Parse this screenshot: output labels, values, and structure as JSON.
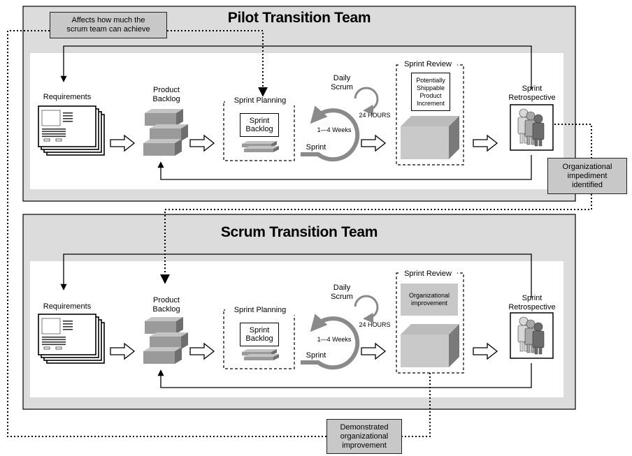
{
  "panels": [
    {
      "title": "Pilot Transition Team",
      "requirements": "Requirements",
      "product_backlog": "Product\nBacklog",
      "sprint_planning": "Sprint Planning",
      "sprint_backlog": "Sprint\nBacklog",
      "daily_scrum": "Daily\nScrum",
      "hours": "24 HOURS",
      "weeks": "1—4 Weeks",
      "sprint": "Sprint",
      "sprint_review": "Sprint Review",
      "review_box": "Potentially\nShippable\nProduct\nIncrement",
      "sprint_retrospective": "Sprint\nRetrospective"
    },
    {
      "title": "Scrum Transition Team",
      "requirements": "Requirements",
      "product_backlog": "Product\nBacklog",
      "sprint_planning": "Sprint Planning",
      "sprint_backlog": "Sprint\nBacklog",
      "daily_scrum": "Daily\nScrum",
      "hours": "24 HOURS",
      "weeks": "1—4 Weeks",
      "sprint": "Sprint",
      "sprint_review": "Sprint Review",
      "review_box": "Organizational\nimprovement",
      "sprint_retrospective": "Sprint\nRetrospective"
    }
  ],
  "callouts": {
    "affects": "Affects how much the\nscrum team can achieve",
    "impediment": "Organizational\nimpediment\nidentified",
    "demonstrated": "Demonstrated\norganizational\nimprovement"
  },
  "colors": {
    "panel_bg": "#dcdcdc",
    "inner_bg": "#ffffff",
    "callout_bg": "#c8c8c8",
    "cycle_arrow": "#8a8a8a",
    "block_front": "#9a9a9a",
    "block_top": "#c4c4c4",
    "block_side": "#6e6e6e"
  }
}
